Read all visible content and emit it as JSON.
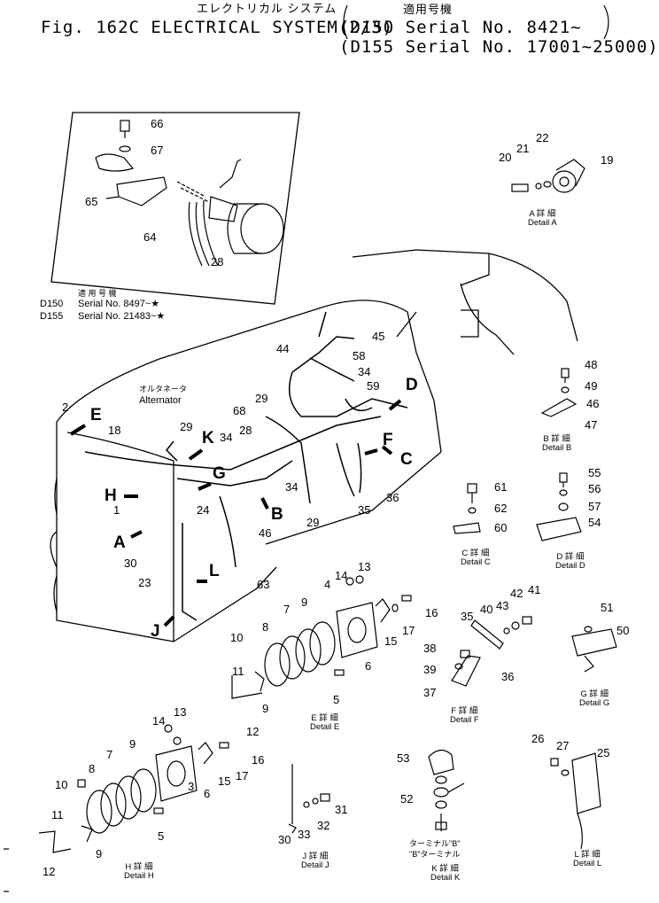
{
  "header": {
    "jp_title": "エレクトリカル システム",
    "fig_title": "Fig. 162C ELECTRICAL SYSTEM(2/3)",
    "jp_applicable": "適用号機",
    "serial_1": "(D150 Serial No. 8421~",
    "serial_2": "(D155 Serial No. 17001~25000)"
  },
  "inset": {
    "applicable_jp": "適 用 号 機",
    "row1_model": "D150",
    "row1_serial": "Serial No. 8497~★",
    "row2_model": "D155",
    "row2_serial": "Serial No. 21483~★"
  },
  "alternator": {
    "jp": "オルタネータ",
    "en": "Alternator"
  },
  "terminal": {
    "line1": "ターミナル\"B\"",
    "line2": "\"B\"ターミナル"
  },
  "details": [
    {
      "key": "A",
      "jp": "A 詳 細",
      "en": "Detail A"
    },
    {
      "key": "B",
      "jp": "B 詳 細",
      "en": "Detail B"
    },
    {
      "key": "C",
      "jp": "C 詳 細",
      "en": "Detail C"
    },
    {
      "key": "D",
      "jp": "D 詳 細",
      "en": "Detail D"
    },
    {
      "key": "E",
      "jp": "E 詳 細",
      "en": "Detail E"
    },
    {
      "key": "F",
      "jp": "F 詳 細",
      "en": "Detail F"
    },
    {
      "key": "G",
      "jp": "G 詳 細",
      "en": "Detail G"
    },
    {
      "key": "H",
      "jp": "H 詳 細",
      "en": "Detail H"
    },
    {
      "key": "J",
      "jp": "J 詳 細",
      "en": "Detail J"
    },
    {
      "key": "K",
      "jp": "K 詳 細",
      "en": "Detail K"
    },
    {
      "key": "L",
      "jp": "L 詳 細",
      "en": "Detail L"
    }
  ],
  "view_letters": [
    "A",
    "B",
    "C",
    "D",
    "E",
    "F",
    "G",
    "H",
    "J",
    "K",
    "L"
  ],
  "part_numbers": [
    "1",
    "2",
    "3",
    "4",
    "5",
    "6",
    "7",
    "8",
    "9",
    "10",
    "11",
    "12",
    "13",
    "14",
    "15",
    "16",
    "17",
    "18",
    "19",
    "20",
    "21",
    "22",
    "23",
    "24",
    "25",
    "26",
    "27",
    "28",
    "29",
    "30",
    "31",
    "32",
    "33",
    "34",
    "35",
    "36",
    "37",
    "38",
    "39",
    "40",
    "41",
    "42",
    "43",
    "44",
    "45",
    "46",
    "47",
    "48",
    "49",
    "50",
    "51",
    "52",
    "53",
    "54",
    "55",
    "56",
    "57",
    "58",
    "59",
    "60",
    "61",
    "62",
    "63",
    "64",
    "65",
    "66",
    "67",
    "68"
  ]
}
